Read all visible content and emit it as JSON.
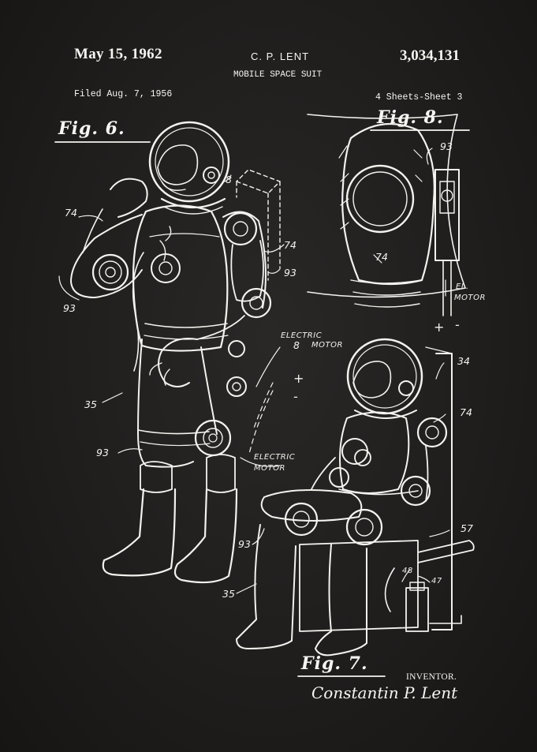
{
  "header": {
    "date": "May 15, 1962",
    "inventor": "C. P. LENT",
    "patent_number": "3,034,131",
    "title": "MOBILE SPACE SUIT",
    "filed": "Filed Aug. 7, 1956",
    "sheets": "4 Sheets-Sheet 3"
  },
  "figures": {
    "fig6": "Fig. 6.",
    "fig7": "Fig. 7.",
    "fig8": "Fig. 8."
  },
  "reference_numerals": {
    "r74_left": "74",
    "r93_left": "93",
    "r35_left": "35",
    "r93_lower": "93",
    "r8_top": "8",
    "r74_right_fig6": "74",
    "r93_right_fig6": "93",
    "r8_lower": "8",
    "r93_fig8": "93",
    "r74_fig8": "74",
    "r34": "34",
    "r74_fig7": "74",
    "r57": "57",
    "r48": "48",
    "r47": "47",
    "r93_fig7": "93",
    "r35_fig7": "35"
  },
  "annotations": {
    "electric_motor_1a": "ELECTRIC",
    "electric_motor_1b": "MOTOR",
    "electric_motor_2a": "ELECTRIC",
    "electric_motor_2b": "MOTOR",
    "el_motor_a": "EL.",
    "el_motor_b": "MOTOR",
    "plus1": "+",
    "minus1": "-",
    "plus2": "+",
    "minus2": "-"
  },
  "footer": {
    "inventor_label": "INVENTOR.",
    "signature": "Constantin P. Lent"
  },
  "colors": {
    "background": "#1c1a19",
    "ink": "#f4f2ee"
  }
}
